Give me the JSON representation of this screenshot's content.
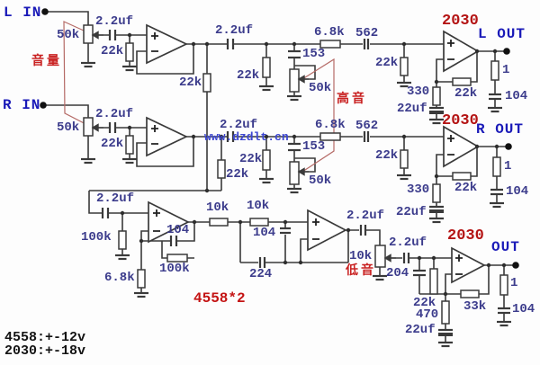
{
  "io": {
    "l_in": "L IN",
    "r_in": "R IN",
    "l_out": "L OUT",
    "r_out": "R OUT",
    "out": "OUT"
  },
  "controls": {
    "volume": "音量",
    "treble": "高音",
    "bass": "低音"
  },
  "chips": {
    "left_amp": "2030",
    "right_amp": "2030",
    "sub_amp": "2030",
    "preamp": "4558*2"
  },
  "notes": {
    "supply_4558": "4558:+-12v",
    "supply_2030": "2030:+-18v"
  },
  "watermark": "www.dzdlt.cn",
  "left": {
    "volume_pot": "50k",
    "input_cap": "2.2uf",
    "input_res": "22k",
    "coupling_cap": "2.2uf",
    "mix_res": "22k",
    "shunt_res": "22k",
    "treble_cap": "153",
    "treble_pot": "50k",
    "series_res": "6.8k",
    "series_cap": "562",
    "amp_in_res": "22k",
    "zobel_res": "1",
    "zobel_cap": "104",
    "fb_res": "22k",
    "fb_gnd_res": "330",
    "fb_gnd_cap": "22uf"
  },
  "right": {
    "volume_pot": "50k",
    "input_cap": "2.2uf",
    "input_res": "22k",
    "coupling_cap": "2.2uf",
    "mix_res": "22k",
    "shunt_res": "22k",
    "treble_cap": "153",
    "treble_pot": "50k",
    "series_res": "6.8k",
    "series_cap": "562",
    "amp_in_res": "22k",
    "zobel_res": "1",
    "zobel_cap": "104",
    "fb_res": "22k",
    "fb_gnd_res": "330",
    "fb_gnd_cap": "22uf"
  },
  "sub": {
    "input_cap": "2.2uf",
    "bias_res": "100k",
    "fb_cap": "104",
    "fb_res": "100k",
    "gnd_res": "6.8k",
    "filter_res1": "10k",
    "filter_res2": "10k",
    "filter_cap1": "104",
    "filter_cap2": "224",
    "out_cap": "2.2uf",
    "bass_pot": "10k",
    "coupling_cap": "2.2uf",
    "in_filter_cap": "204",
    "bias2_res": "22k",
    "fb_gnd_res": "470",
    "fb_gnd_cap": "22uf",
    "fb_res2": "33k",
    "zobel_res": "1",
    "zobel_cap": "104"
  }
}
